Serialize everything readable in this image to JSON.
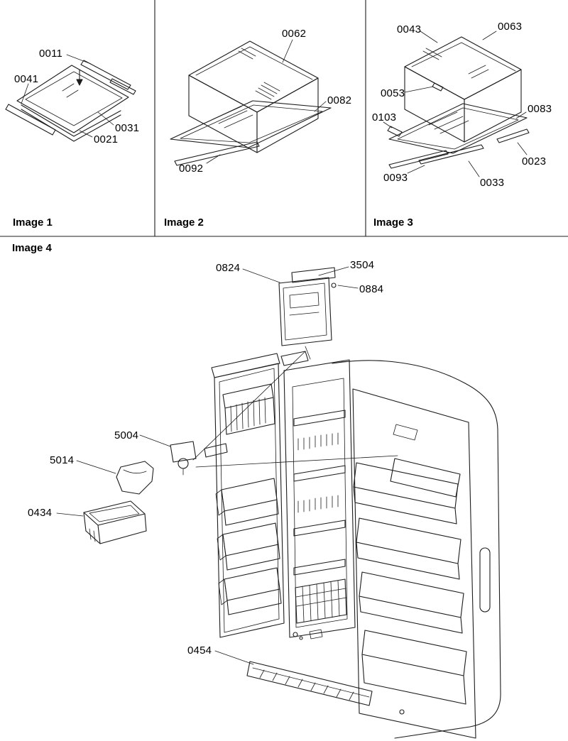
{
  "doc": {
    "background": "#ffffff",
    "line_color": "#1c1c1c"
  },
  "panels": [
    {
      "id": "image1",
      "title": "Image 1",
      "labels": [
        {
          "text": "0011"
        },
        {
          "text": "0041"
        },
        {
          "text": "0031"
        },
        {
          "text": "0021"
        }
      ]
    },
    {
      "id": "image2",
      "title": "Image 2",
      "labels": [
        {
          "text": "0062"
        },
        {
          "text": "0082"
        },
        {
          "text": "0092"
        }
      ]
    },
    {
      "id": "image3",
      "title": "Image 3",
      "labels": [
        {
          "text": "0043"
        },
        {
          "text": "0063"
        },
        {
          "text": "0053"
        },
        {
          "text": "0103"
        },
        {
          "text": "0083"
        },
        {
          "text": "0023"
        },
        {
          "text": "0093"
        },
        {
          "text": "0033"
        }
      ]
    },
    {
      "id": "image4",
      "title": "Image 4",
      "labels": [
        {
          "text": "0824"
        },
        {
          "text": "3504"
        },
        {
          "text": "0884"
        },
        {
          "text": "5004"
        },
        {
          "text": "5014"
        },
        {
          "text": "0434"
        },
        {
          "text": "0454"
        }
      ]
    }
  ]
}
